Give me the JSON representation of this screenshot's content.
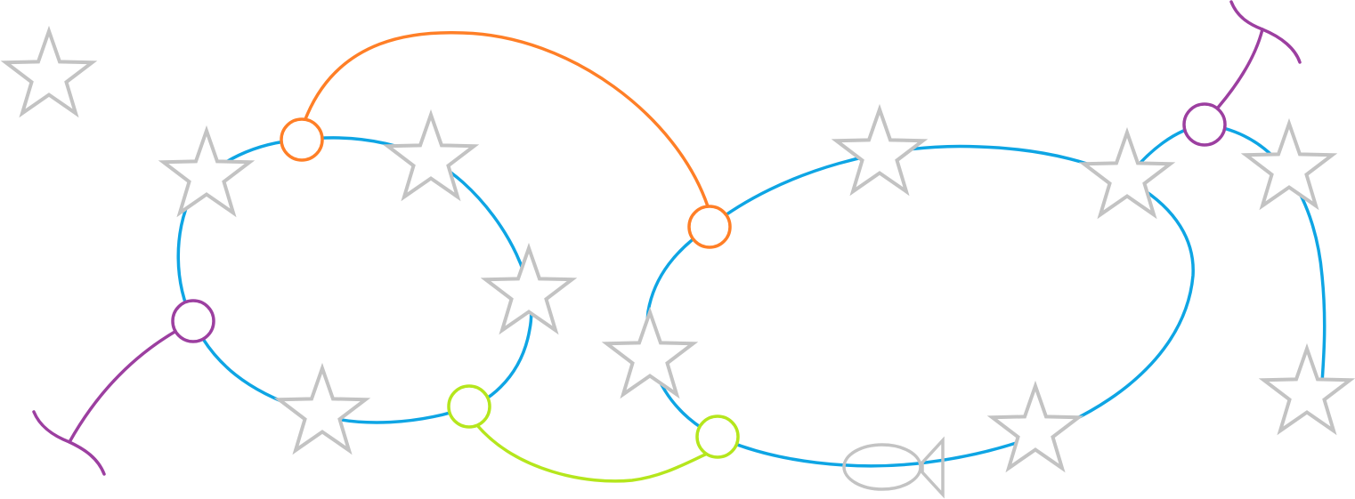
{
  "colors": {
    "loop": "#0ea5e4",
    "orange_link": "#ff7f27",
    "purple_link": "#9c3fa0",
    "green_link": "#b5e61d",
    "icon_gray": "#c3c3c3",
    "background": "#ffffff"
  },
  "icons": {
    "star": "star-icon",
    "fish": "fish-icon"
  },
  "node_types": [
    "orange-node",
    "purple-node",
    "green-node"
  ]
}
